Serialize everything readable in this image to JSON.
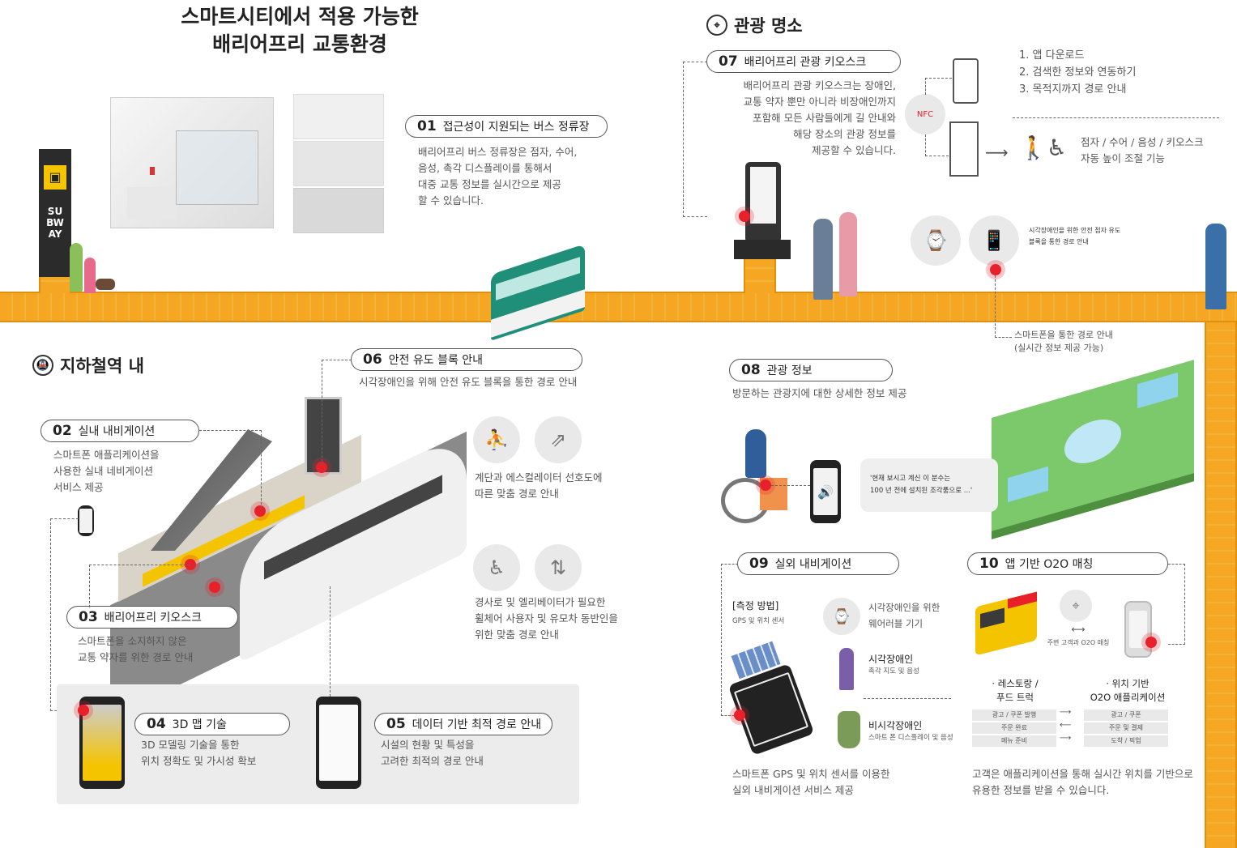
{
  "title": {
    "line1": "스마트시티에서 적용 가능한",
    "line2": "배리어프리 교통환경"
  },
  "colors": {
    "tactile": "#f5a623",
    "accent_red": "#e8202a",
    "bus": "#1f8f7a",
    "park": "#7cc96b"
  },
  "subway_sign": "SUBWAY",
  "sections": {
    "subway": {
      "icon": "train-icon",
      "label": "지하철역 내"
    },
    "tourism": {
      "icon": "location-pin-icon",
      "label": "관광 명소"
    }
  },
  "items": {
    "i01": {
      "num": "01",
      "label": "접근성이 지원되는 버스 정류장",
      "desc": [
        "배리어프리 버스 정류장은 점자, 수어,",
        "음성, 촉각 디스플레이를 통해서",
        "대중 교통 정보를 실시간으로 제공",
        "할 수 있습니다."
      ]
    },
    "i02": {
      "num": "02",
      "label": "실내 내비게이션",
      "desc": [
        "스마트폰 애플리케이션을",
        "사용한 실내 네비게이션",
        "서비스 제공"
      ]
    },
    "i03": {
      "num": "03",
      "label": "배리어프리 키오스크",
      "desc": [
        "스마트폰을 소지하지 않은",
        "교통 약자를 위한 경로 안내"
      ]
    },
    "i04": {
      "num": "04",
      "label": "3D 맵 기술",
      "desc": [
        "3D 모델링 기술을 통한",
        "위치 정확도 및 가시성 확보"
      ]
    },
    "i05": {
      "num": "05",
      "label": "데이터 기반 최적 경로 안내",
      "desc": [
        "시설의 현황 및 특성을",
        "고려한 최적의 경로 안내"
      ]
    },
    "i06": {
      "num": "06",
      "label": "안전 유도 블록 안내",
      "desc": [
        "시각장애인을 위해 안전 유도 블록을 통한 경로 안내"
      ]
    },
    "i07": {
      "num": "07",
      "label": "배리어프리 관광 키오스크",
      "desc": [
        "배리어프리 관광 키오스크는 장애인,",
        "교통 약자 뿐만 아니라 비장애인까지",
        "포함해 모든 사람들에게 길 안내와",
        "해당 장소의 관광 정보를",
        "제공할 수 있습니다."
      ]
    },
    "i08": {
      "num": "08",
      "label": "관광 정보",
      "desc": [
        "방문하는 관광지에 대한 상세한 정보 제공"
      ]
    },
    "i09": {
      "num": "09",
      "label": "실외 내비게이션",
      "desc": [
        "스마트폰 GPS 및 위치 센서를 이용한",
        "실외 내비게이션 서비스 제공"
      ]
    },
    "i10": {
      "num": "10",
      "label": "앱 기반 O2O 매칭",
      "desc": [
        "고객은 애플리케이션을 통해 실시간 위치를 기반으로",
        "유용한 정보를 받을 수 있습니다."
      ]
    }
  },
  "route_pref": {
    "stairs": [
      "계단과 에스컬레이터 선호도에",
      "따른 맞춤 경로 안내"
    ],
    "ramp": [
      "경사로 및 엘리베이터가 필요한",
      "휠체어 사용자 및 유모차 동반인을",
      "위한 맞춤 경로 안내"
    ]
  },
  "steps": [
    "1. 앱 다운로드",
    "2. 검색한 정보와 연동하기",
    "3. 목적지까지 경로 안내"
  ],
  "nfc_label": "NFC",
  "kiosk_features": [
    "점자 / 수어 / 음성 / 키오스크",
    "자동 높이 조절 기능"
  ],
  "watch_text": [
    "시각장애인을 위한 안전 점자 유도",
    "블록을 통한 경로 안내"
  ],
  "smartphone_route": [
    "스마트폰을 통한 경로 안내",
    "(실시간 정보 제공 가능)"
  ],
  "speech_bubble": [
    "'현재 보시고 계신 이 분수는",
    "100 년 전에 설치된 조각품으로 ...'"
  ],
  "measure": {
    "title": "[측정 방법]",
    "sub": "GPS 및 위치 센서"
  },
  "wearable": [
    "시각장애인을 위한",
    "웨어러블 기기"
  ],
  "blind": {
    "title": "시각장애인",
    "sub": "촉각 지도 및 음성"
  },
  "nonvisual": {
    "title": "비시각장애인",
    "sub": "스마트 폰 디스플레이 및 음성"
  },
  "o2o": {
    "match_label": "주변 고객과 O2O 매칭",
    "left_head": [
      "·  레스토랑 /",
      "푸드 트럭"
    ],
    "right_head": [
      "·  위치 기반",
      "O2O 애플리케이션"
    ],
    "left_rows": [
      "광고 / 쿠폰 발행",
      "주문 완료",
      "메뉴 준비"
    ],
    "right_rows": [
      "광고 / 쿠폰",
      "주문 및 결제",
      "도착 / 픽업"
    ]
  }
}
